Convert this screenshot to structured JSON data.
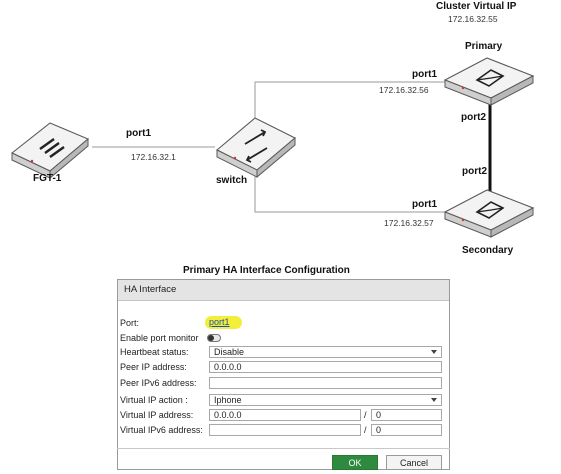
{
  "diagram": {
    "cluster_label": "Cluster Virtual IP",
    "cluster_ip": "172.16.32.55",
    "primary_label": "Primary",
    "secondary_label": "Secondary",
    "fgt1_label": "FGT-1",
    "switch_label": "switch",
    "fgt1_port": "port1",
    "fgt1_ip": "172.16.32.1",
    "primary_port1": "port1",
    "primary_ip": "172.16.32.56",
    "primary_port2": "port2",
    "secondary_port2": "port2",
    "secondary_port1": "port1",
    "secondary_ip": "172.16.32.57"
  },
  "config": {
    "title": "Primary HA Interface Configuration",
    "panel_title": "HA Interface",
    "port_label": "Port:",
    "port_value": "port1",
    "monitor_label": "Enable port monitor",
    "heartbeat_label": "Heartbeat status:",
    "heartbeat_value": "Disable",
    "peer_ip_label": "Peer IP address:",
    "peer_ip_value": "0.0.0.0",
    "peer_ipv6_label": "Peer IPv6 address:",
    "peer_ipv6_value": "",
    "vip_action_label": "Virtual IP action :",
    "vip_action_value": "Iphone",
    "vip_address_label": "Virtual IP address:",
    "vip_address_value": "0.0.0.0",
    "vip_mask_value": "0",
    "vip6_address_label": "Virtual IPv6 address:",
    "vip6_address_value": "",
    "vip6_mask_value": "0",
    "slash": "/",
    "ok_label": "OK",
    "cancel_label": "Cancel"
  }
}
